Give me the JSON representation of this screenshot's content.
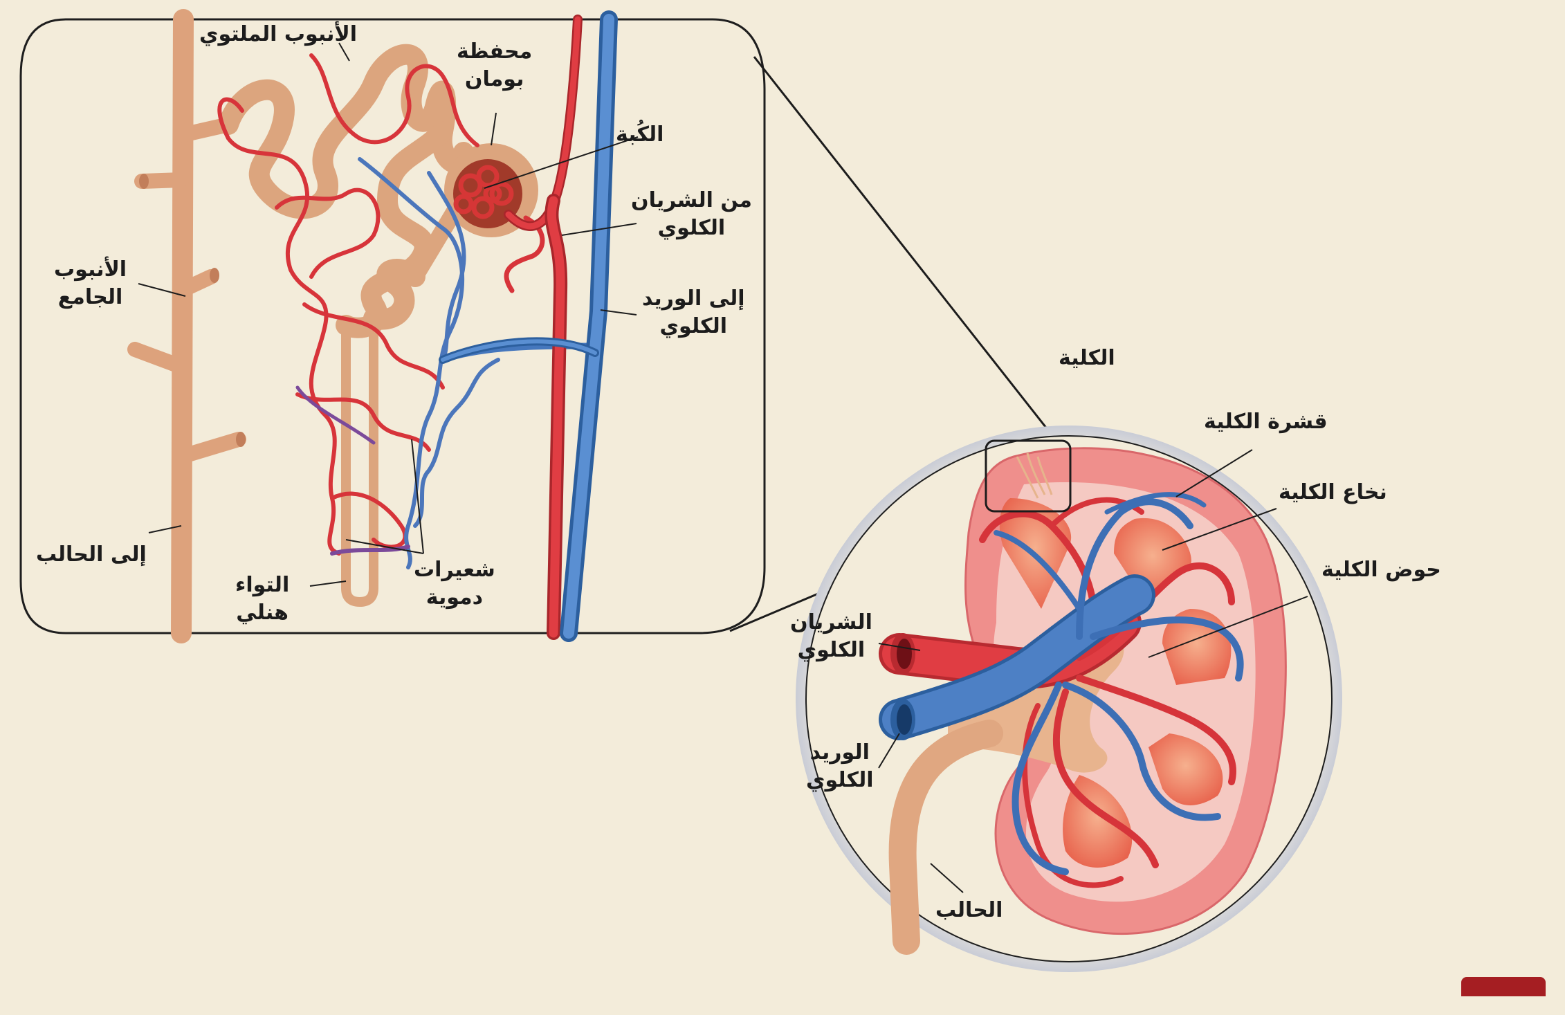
{
  "labels": {
    "convoluted_tubule": "الأنبوب الملتوي",
    "bowman_capsule_1": "محفظة",
    "bowman_capsule_2": "بومان",
    "glomerulus": "الكُبة",
    "from_renal_artery_1": "من الشريان",
    "from_renal_artery_2": "الكلوي",
    "to_renal_vein_1": "إلى الوريد",
    "to_renal_vein_2": "الكلوي",
    "collecting_duct_1": "الأنبوب",
    "collecting_duct_2": "الجامع",
    "to_ureter": "إلى الحالب",
    "loop_of_henle_1": "التواء",
    "loop_of_henle_2": "هنلي",
    "capillaries_1": "شعيرات",
    "capillaries_2": "دموية",
    "kidney": "الكلية",
    "renal_cortex": "قشرة الكلية",
    "renal_medulla": "نخاع الكلية",
    "renal_pelvis": "حوض الكلية",
    "renal_artery_1": "الشريان",
    "renal_artery_2": "الكلوي",
    "renal_vein_1": "الوريد",
    "renal_vein_2": "الكلوي",
    "ureter": "الحالب"
  },
  "colors": {
    "background": "#f3ecda",
    "artery": "#d9343a",
    "vein": "#3f73b8",
    "tubule": "#dfa881",
    "kidney_cortex": "#ef8f8c",
    "badge": "#a51e22"
  }
}
